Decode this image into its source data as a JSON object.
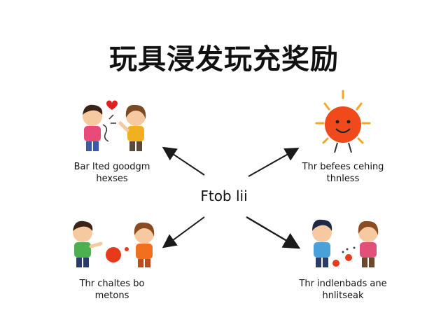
{
  "title": "玩具浸发玩充奖励",
  "center_label": "Ftob lii",
  "captions": {
    "top_left": [
      "Bar lted goodgm",
      "hexses"
    ],
    "top_right": [
      "Thr befees cehing",
      "thnless"
    ],
    "bottom_left": [
      "Thr chaltes bo",
      "metons"
    ],
    "bottom_right": [
      "Thr indlenbads ane",
      "hnlitseak"
    ]
  },
  "colors": {
    "arrow": "#1a1a1a",
    "heart": "#e02020",
    "sun": "#f04a1c",
    "sun_rays": "#f5a623",
    "ball": "#e8391b"
  }
}
